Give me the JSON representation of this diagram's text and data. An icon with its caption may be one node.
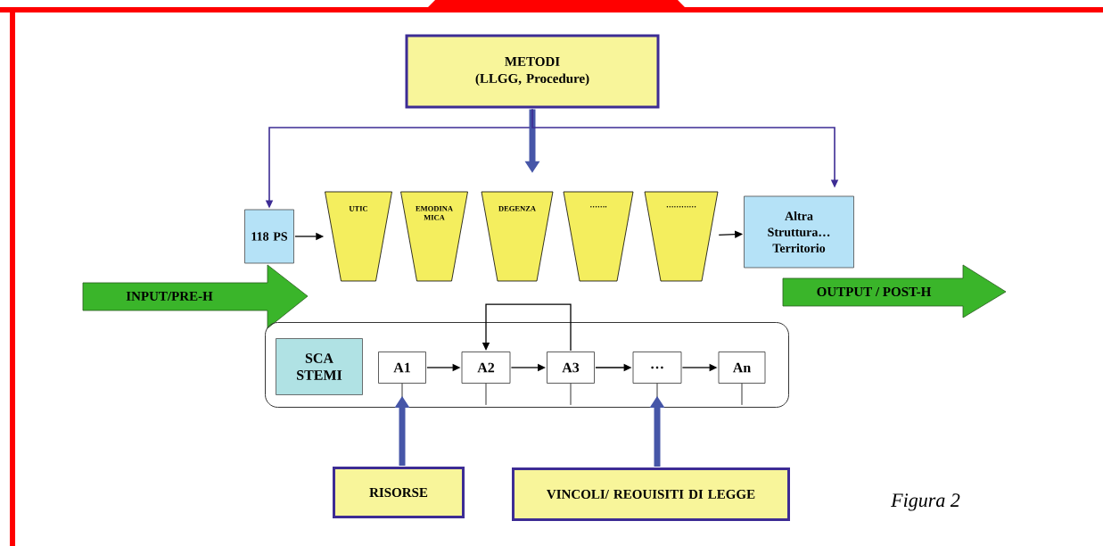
{
  "diagram": {
    "caption": "Figura 2",
    "nodes": [
      {
        "text": [
          "METODI",
          "(LLGG, Procedure)"
        ]
      },
      {
        "text": [
          "118 PS"
        ]
      },
      {
        "text": [
          "UTIC"
        ]
      },
      {
        "text": [
          "EMODINA MICA"
        ]
      },
      {
        "text": [
          "DEGENZA"
        ]
      },
      {
        "text": [
          "……."
        ]
      },
      {
        "text": [
          "…………"
        ]
      },
      {
        "text": [
          "**Altra** Struttura… **Territorio**"
        ]
      },
      {
        "text": [
          "INPUT/PRE-H"
        ]
      },
      {
        "text": [
          "OUTPUT / POST-H"
        ]
      },
      {
        "text": [],
        "shape": "box"
      },
      {
        "text": [
          "SCA STEMI"
        ],
        "in": 10
      },
      {
        "text": [
          "A1"
        ],
        "in": 10
      },
      {
        "text": [
          "A2"
        ],
        "in": 10
      },
      {
        "text": [
          "A3"
        ],
        "in": 10
      },
      {
        "text": [
          "…"
        ],
        "in": 10
      },
      {
        "text": [
          "An"
        ],
        "in": 10
      },
      {
        "text": [
          "RISORSE"
        ]
      },
      {
        "text": [
          "VINCOLI/ REOUISITI DI LEGGE"
        ]
      }
    ],
    "edges": [
      {
        "from": 0,
        "to": 1,
        "arrow": "to",
        "color": "#3d2c94"
      },
      {
        "from": 0,
        "to": 4,
        "arrow": "to",
        "style": "thick",
        "color": "#4656a8"
      },
      {
        "from": 0,
        "to": 7,
        "arrow": "to",
        "color": "#3d2c94"
      },
      {
        "from": 1,
        "to": 2,
        "arrow": "to"
      },
      {
        "from": 6,
        "to": 7,
        "arrow": "to"
      },
      {
        "from": 12,
        "to": 13,
        "arrow": "to"
      },
      {
        "from": 13,
        "to": 14,
        "arrow": "to"
      },
      {
        "from": 14,
        "to": 15,
        "arrow": "to"
      },
      {
        "from": 15,
        "to": 16,
        "arrow": "to"
      },
      {
        "from": 14,
        "to": 13,
        "arrow": "to"
      },
      {
        "from": 17,
        "to": 12,
        "arrow": "to",
        "style": "thick",
        "color": "#4656a8"
      },
      {
        "from": 18,
        "to": 15,
        "arrow": "to",
        "style": "thick",
        "color": "#4656a8"
      }
    ]
  }
}
